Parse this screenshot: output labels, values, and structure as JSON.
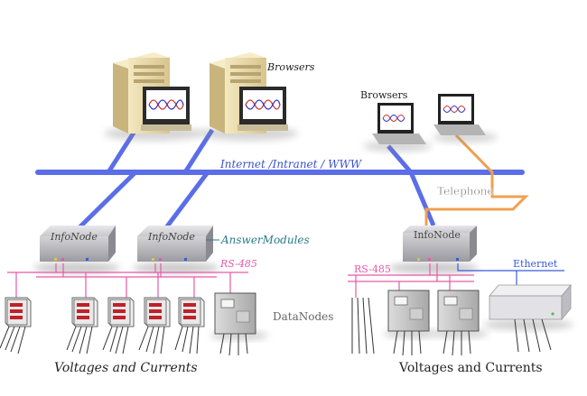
{
  "labels": {
    "browsers_top": "Browsers",
    "browsers_right": "Browsers",
    "internet": "Internet /Intranet / WWW",
    "telephone": "Telephone",
    "answer_modules": "AnswerModules",
    "rs485_left": "RS-485",
    "rs485_right": "RS-485",
    "ethernet": "Ethernet",
    "datanodes": "DataNodes",
    "voltages_left": "Voltages and Currents",
    "voltages_right": "Voltages and Currents",
    "infonode_1": "InfoNode",
    "infonode_2": "InfoNode",
    "infonode_3": "InfoNode"
  },
  "colors": {
    "network": "#5b6ee8",
    "telephone": "#f0a050",
    "rs485": "#e65aa8",
    "ethernet": "#3a5ad8",
    "answer_modules_text": "#2a7a8a"
  }
}
